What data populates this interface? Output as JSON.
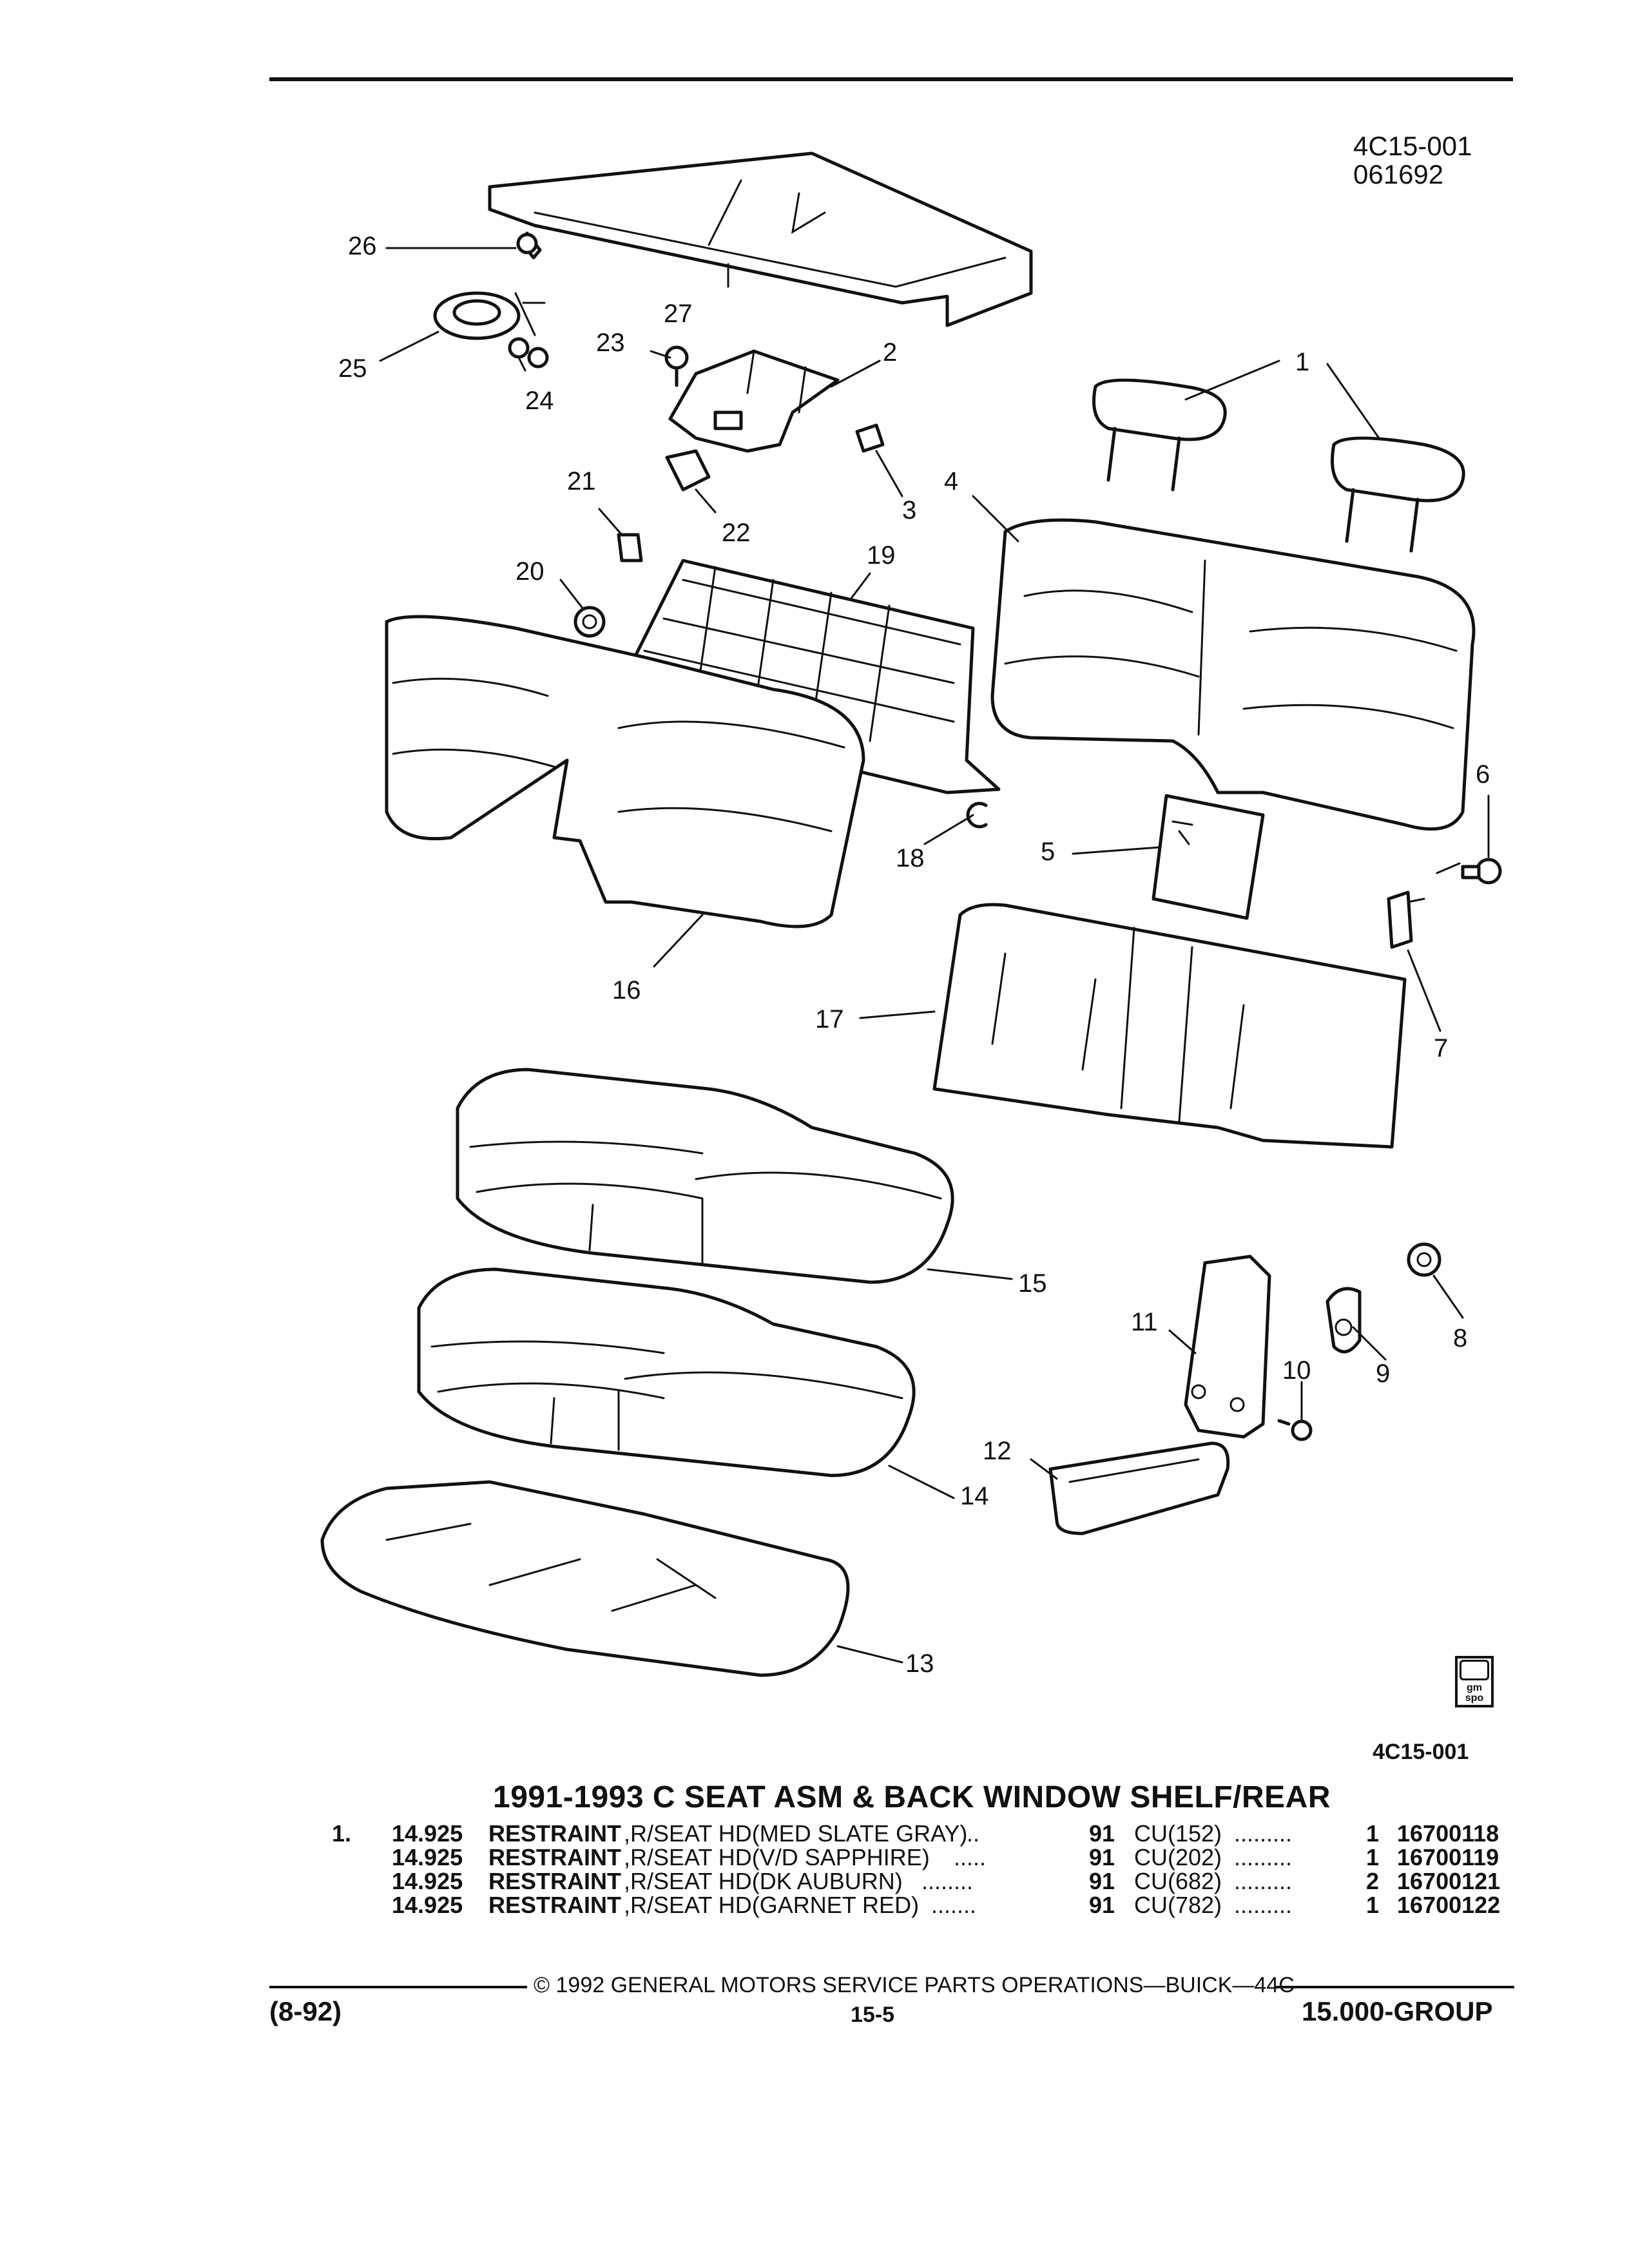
{
  "figure_code_top": "4C15-001",
  "figure_date": "061692",
  "figure_code_bottom": "4C15-001",
  "logo_text": "gm spo",
  "callouts": [
    "1",
    "2",
    "3",
    "4",
    "5",
    "6",
    "7",
    "8",
    "9",
    "10",
    "11",
    "12",
    "13",
    "14",
    "15",
    "16",
    "17",
    "18",
    "19",
    "20",
    "21",
    "22",
    "23",
    "24",
    "25",
    "26",
    "27"
  ],
  "title": "1991-1993 C SEAT ASM & BACK WINDOW SHELF/REAR",
  "parts": [
    {
      "item": "1.",
      "group": "14.925",
      "name": "RESTRAINT",
      "desc": ",R/SEAT HD(MED SLATE GRAY)",
      "dots": "..",
      "year": "91",
      "code": "CU(152)",
      "dots2": ".........",
      "qty": "1",
      "part_no": "16700118"
    },
    {
      "item": "",
      "group": "14.925",
      "name": "RESTRAINT",
      "desc": ",R/SEAT HD(V/D SAPPHIRE)",
      "dots": ".....",
      "year": "91",
      "code": "CU(202)",
      "dots2": ".........",
      "qty": "1",
      "part_no": "16700119"
    },
    {
      "item": "",
      "group": "14.925",
      "name": "RESTRAINT",
      "desc": ",R/SEAT HD(DK AUBURN)",
      "dots": "........",
      "year": "91",
      "code": "CU(682)",
      "dots2": ".........",
      "qty": "2",
      "part_no": "16700121"
    },
    {
      "item": "",
      "group": "14.925",
      "name": "RESTRAINT",
      "desc": ",R/SEAT HD(GARNET RED)",
      "dots": ".......",
      "year": "91",
      "code": "CU(782)",
      "dots2": ".........",
      "qty": "1",
      "part_no": "16700122"
    }
  ],
  "footer": {
    "copyright": "© 1992 GENERAL MOTORS SERVICE PARTS OPERATIONS—BUICK—44C",
    "date": "(8-92)",
    "page": "15-5",
    "group": "15.000-GROUP"
  }
}
